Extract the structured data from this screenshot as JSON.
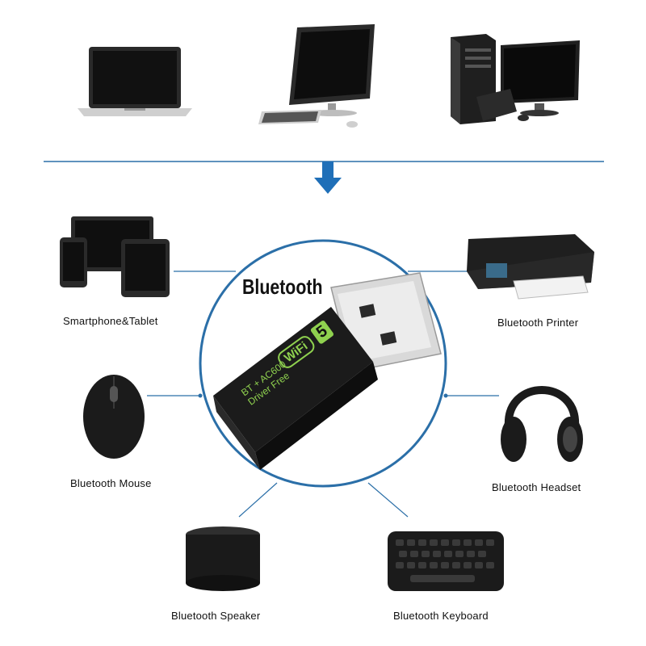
{
  "center": {
    "title": "Bluetooth",
    "dongle_logo_text": "WiFi",
    "dongle_logo_number": "5",
    "dongle_line1": "BT + AC600",
    "dongle_line2": "Driver Free"
  },
  "devices": {
    "smartphone_tablet": "Smartphone&Tablet",
    "printer": "Bluetooth Printer",
    "mouse": "Bluetooth Mouse",
    "headset": "Bluetooth Headset",
    "speaker": "Bluetooth Speaker",
    "keyboard": "Bluetooth Keyboard"
  },
  "colors": {
    "line": "#2b6fa8",
    "arrow": "#1f6fb8",
    "accent_green": "#8fd14f",
    "device_dark": "#1a1a1a"
  }
}
